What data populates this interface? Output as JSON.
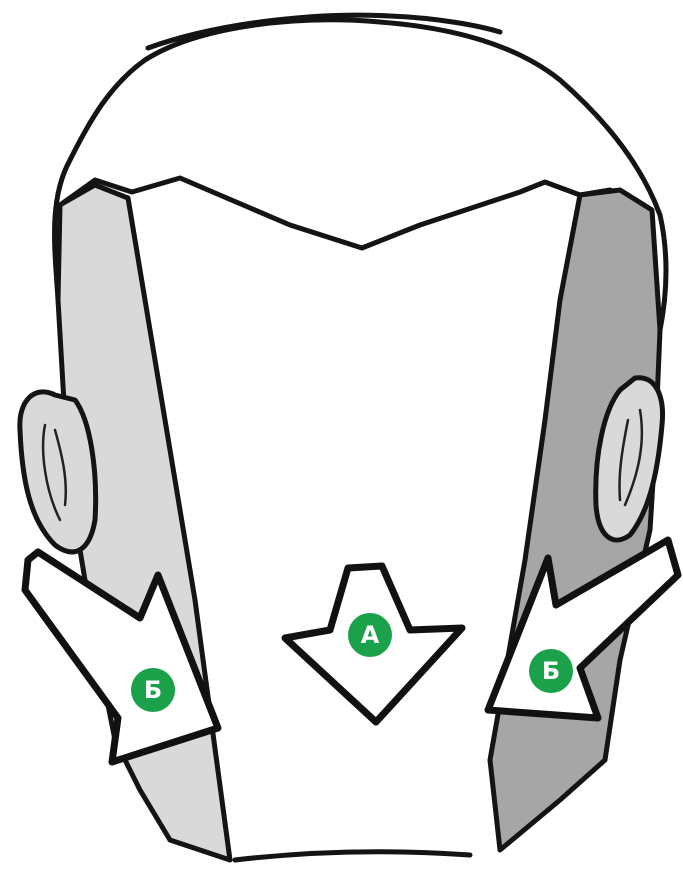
{
  "markers": {
    "center": "А",
    "left": "Б",
    "right": "Б"
  },
  "colors": {
    "badge": "#1aa14a",
    "badge_text": "#ffffff",
    "line": "#141414",
    "shade_light": "#d9d9d9",
    "shade_dark": "#a6a6a6"
  }
}
